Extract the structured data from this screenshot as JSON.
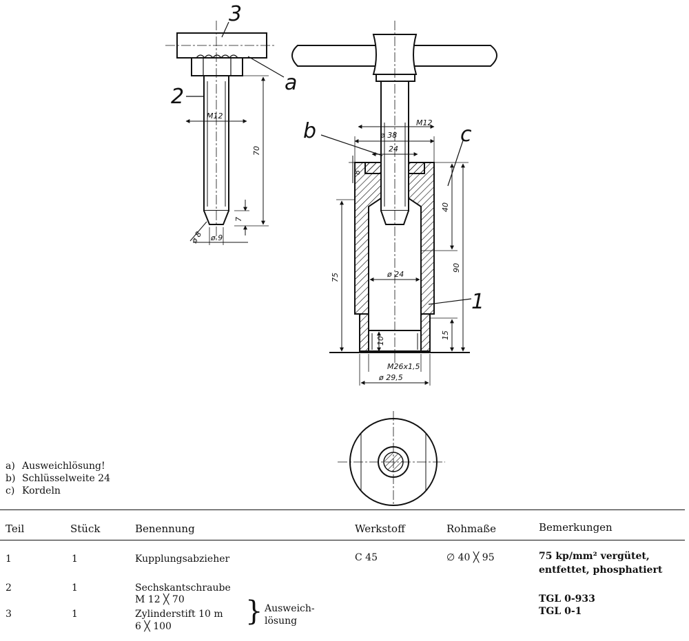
{
  "callouts": {
    "part1": "1",
    "part2": "2",
    "part3": "3",
    "a": "a",
    "b": "b",
    "c": "c"
  },
  "dimensions": {
    "bolt_thread": "M12",
    "bolt_length": "70",
    "bolt_tip": "7",
    "bolt_tip_dia": "ø 9",
    "bolt_chamfer": "ø 8",
    "top_thread": "M12",
    "hex_dia": "ø 38",
    "wrench_size": "24",
    "knurl_height": "8",
    "inner_depth": "40",
    "inner_dia": "ø 24",
    "body_height": "75",
    "total_height": "90",
    "nose_height": "15",
    "thread_len": "10",
    "nose_thread": "M26x1,5",
    "nose_dia": "ø 29,5"
  },
  "notes": [
    {
      "key": "a)",
      "text": "Ausweichlösung!"
    },
    {
      "key": "b)",
      "text": "Schlüsselweite 24"
    },
    {
      "key": "c)",
      "text": "Kordeln"
    }
  ],
  "table": {
    "headers": {
      "teil": "Teil",
      "stueck": "Stück",
      "benennung": "Benennung",
      "werkstoff": "Werkstoff",
      "rohmasse": "Rohmaße",
      "bemerkungen": "Bemerkungen"
    },
    "rows": [
      {
        "teil": "1",
        "stueck": "1",
        "benennung": "Kupplungsabzieher",
        "werkstoff": "C 45",
        "rohmasse": "∅ 40 ╳ 95",
        "bemerkungen1": "75 kp/mm² vergütet,",
        "bemerkungen2": "entfettet, phosphatiert"
      },
      {
        "teil": "2",
        "stueck": "1",
        "benennung1": "Sechskantschraube",
        "benennung2": "M 12 ╳ 70",
        "bemerkungen": "TGL 0-933"
      },
      {
        "teil": "3",
        "stueck": "1",
        "benennung1": "Zylinderstift  10 m",
        "benennung2": "6 ╳ 100",
        "bemerkungen": "TGL 0-1"
      }
    ],
    "alt_label1": "Ausweich-",
    "alt_label2": "lösung"
  }
}
